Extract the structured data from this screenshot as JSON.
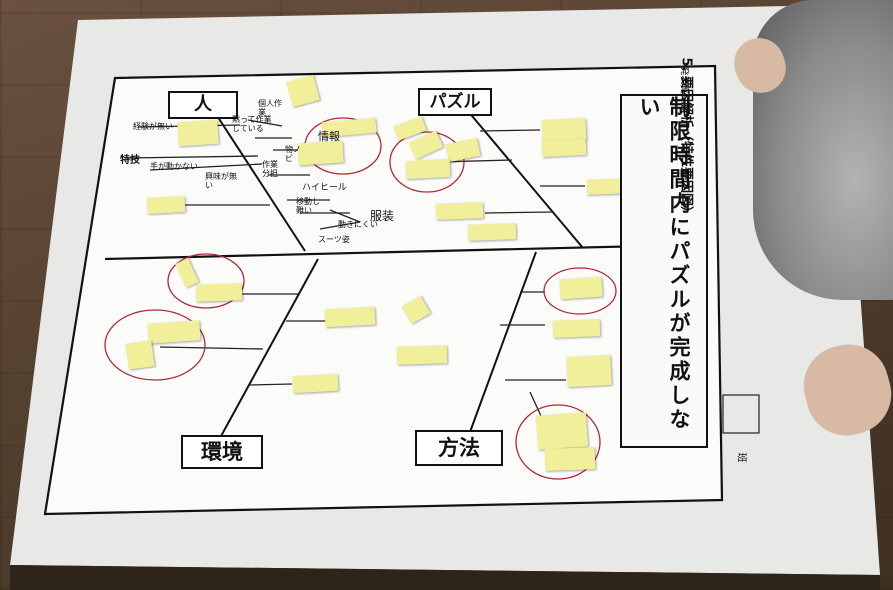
{
  "sheet": {
    "header_small": "発表資料 3",
    "section_title": "5. 要因解析（特性要因図）",
    "effect_title": "制限時間内にパズルが完成しない",
    "han_label": "班"
  },
  "categories": {
    "person": "人",
    "puzzle": "パズル",
    "environment": "環境",
    "method": "方法"
  },
  "labels": {
    "experience": "経験が無い",
    "skill": "特技",
    "hands": "手が動かない",
    "interest": "興味が無い",
    "personal_work": "個人作業",
    "silent_work": "黙って作業している",
    "info": "情報",
    "things": "物ノ",
    "bi": "ビ",
    "work_share": "作業分担",
    "heels": "ハイヒール",
    "moving_hard": "移動し難い",
    "clothes": "服装",
    "hard_to_move": "動きにくい",
    "suit": "スーツ姿"
  }
}
